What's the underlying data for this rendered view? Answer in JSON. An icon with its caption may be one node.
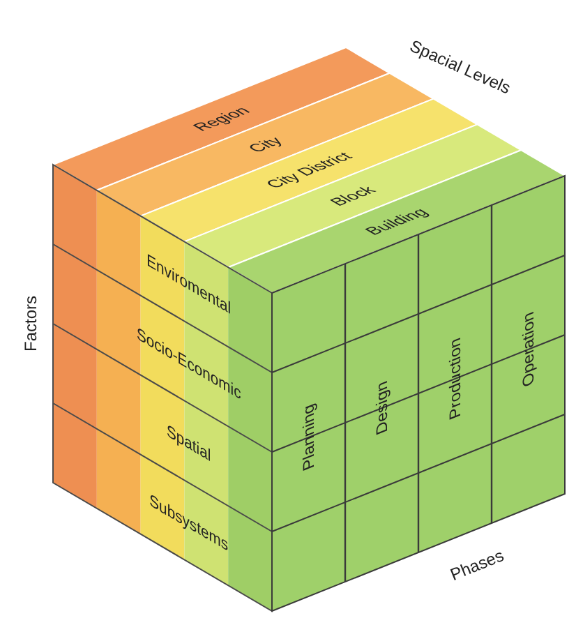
{
  "diagram": {
    "nodes": [
      {
        "text": [
          "Region"
        ]
      },
      {
        "text": [
          "City"
        ]
      },
      {
        "text": [
          "City District"
        ]
      },
      {
        "text": [
          "Block"
        ]
      },
      {
        "text": [
          "Building"
        ]
      },
      {
        "text": [
          "Enviromental"
        ]
      },
      {
        "text": [
          "Socio-Economic"
        ]
      },
      {
        "text": [
          "Spatial"
        ]
      },
      {
        "text": [
          "Subsystems"
        ]
      },
      {
        "text": [
          "Planning"
        ]
      },
      {
        "text": [
          "Design"
        ]
      },
      {
        "text": [
          "Production"
        ]
      },
      {
        "text": [
          "Operation"
        ]
      }
    ],
    "labels": [
      "Spacial Levels",
      "Factors",
      "Phases"
    ]
  }
}
